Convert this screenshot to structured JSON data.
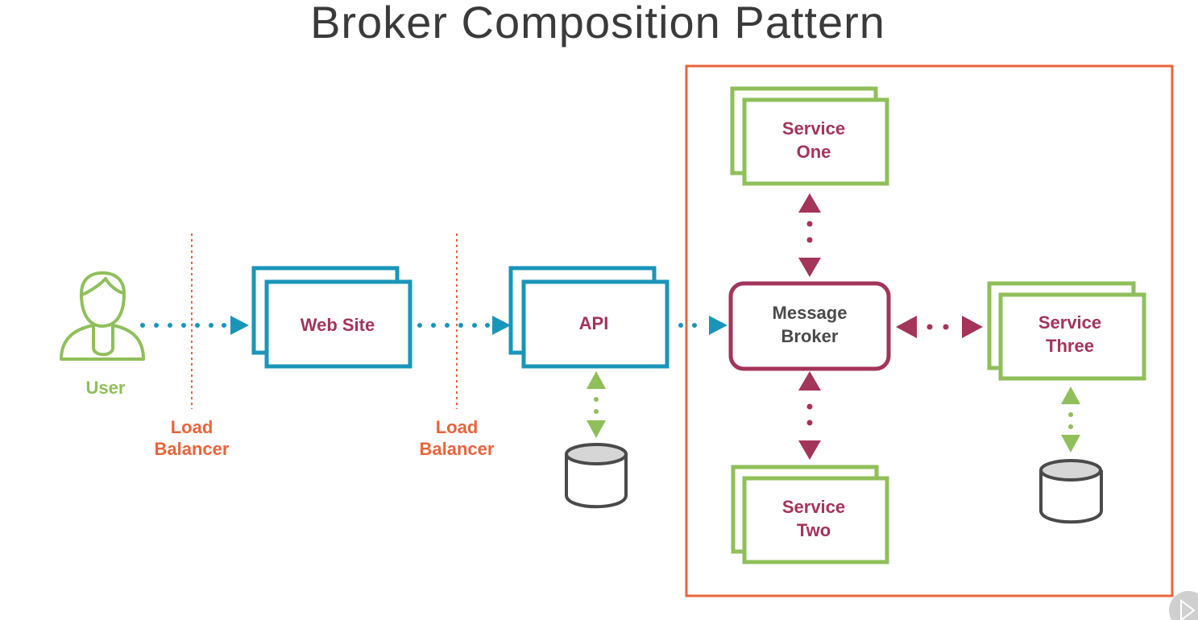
{
  "title": "Broker Composition Pattern",
  "colors": {
    "blue": "#1a95ba",
    "green": "#8fbf5a",
    "maroon": "#a3345a",
    "orange": "#e8643c",
    "gray": "#4a4a4a"
  },
  "nodes": {
    "user": "User",
    "lb1": [
      "Load",
      "Balancer"
    ],
    "website": "Web Site",
    "lb2": [
      "Load",
      "Balancer"
    ],
    "api": "API",
    "broker": [
      "Message",
      "Broker"
    ],
    "service_one": [
      "Service",
      "One"
    ],
    "service_two": [
      "Service",
      "Two"
    ],
    "service_three": [
      "Service",
      "Three"
    ]
  }
}
